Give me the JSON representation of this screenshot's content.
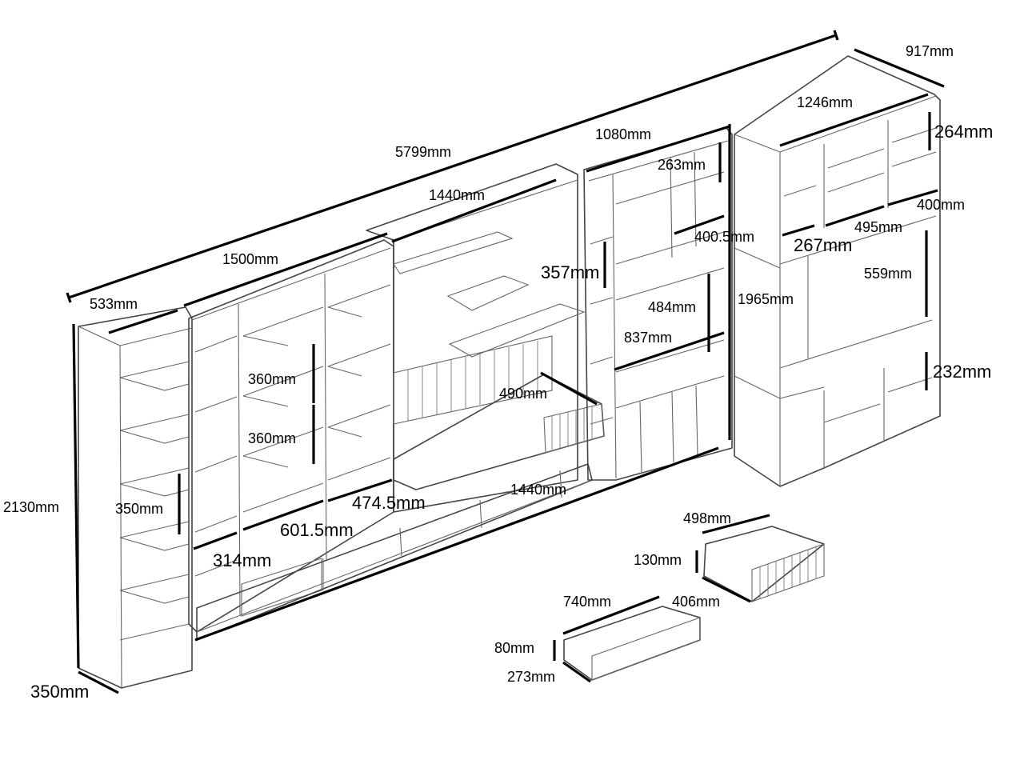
{
  "diagram": {
    "labels": {
      "total_length": "5799mm",
      "right_depth": "917mm",
      "right_top_width": "1246mm",
      "right_top_cell_h": "264mm",
      "mid_right_width": "1080mm",
      "mid_right_cell_h": "263mm",
      "tv_shelf_width": "1440mm",
      "left_width": "1500mm",
      "left_col_width": "533mm",
      "total_height": "2130mm",
      "left_depth": "350mm",
      "mid_cell_h": "357mm",
      "mid_cell_w": "400.5mm",
      "right_cell_w": "267mm",
      "right_cell_w2": "495mm",
      "right_cell_w3": "400mm",
      "right_height": "1965mm",
      "right_open_h": "559mm",
      "right_low_cell_h": "232mm",
      "mid_open_h": "484mm",
      "mid_open_w": "837mm",
      "shelf_h_a": "360mm",
      "shelf_h_b": "360mm",
      "tv_depth": "490mm",
      "left_cell_h": "350mm",
      "base_width": "1440mm",
      "base_cell_w": "474.5mm",
      "left_inner_w": "601.5mm",
      "left_narrow_w": "314mm",
      "drawer_big_w": "498mm",
      "drawer_big_h": "130mm",
      "drawer_big_d": "406mm",
      "drawer_small_w": "740mm",
      "drawer_small_h": "80mm",
      "drawer_small_d": "273mm"
    }
  }
}
